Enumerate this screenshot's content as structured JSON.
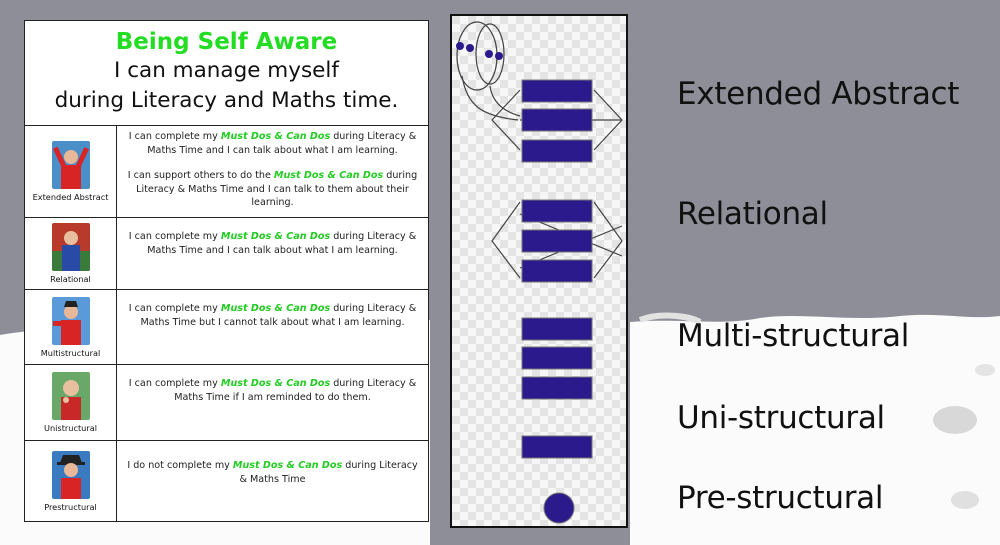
{
  "rubric": {
    "title": "Being Self Aware",
    "subtitle_line1": "I can manage myself",
    "subtitle_line2": "during Literacy and Maths time.",
    "rows": [
      {
        "caption": "Extended Abstract",
        "p1_before": "I can complete my ",
        "p1_highlight": "Must Dos & Can Dos",
        "p1_after": " during Literacy & Maths Time and I can talk about what I am learning.",
        "p2_before": "I can support others to do the ",
        "p2_highlight": "Must Dos & Can Dos",
        "p2_after": " during Literacy & Maths Time and I can talk to them about their learning."
      },
      {
        "caption": "Relational",
        "p1_before": "I can complete my ",
        "p1_highlight": "Must Dos & Can Dos",
        "p1_after": " during Literacy & Maths Time and I can talk about what I am learning."
      },
      {
        "caption": "Multistructural",
        "p1_before": "I can complete my ",
        "p1_highlight": "Must Dos & Can Dos",
        "p1_after": " during Literacy & Maths Time but I cannot talk about what I am learning."
      },
      {
        "caption": "Unistructural",
        "p1_before": "I can complete my ",
        "p1_highlight": "Must Dos & Can Dos",
        "p1_after": " during Literacy & Maths Time if I am reminded to do them."
      },
      {
        "caption": "Prestructural",
        "p1_before": "I do not complete my ",
        "p1_highlight": "Must Dos & Can Dos",
        "p1_after": " during Literacy & Maths Time"
      }
    ]
  },
  "levels": {
    "extended_abstract": "Extended Abstract",
    "relational": "Relational",
    "multi_structural": "Multi-structural",
    "uni_structural": "Uni-structural",
    "pre_structural": "Pre-structural"
  },
  "colors": {
    "title_green": "#22dd22",
    "block_fill": "#2a1a8c",
    "background_grey": "#8e8e98"
  }
}
